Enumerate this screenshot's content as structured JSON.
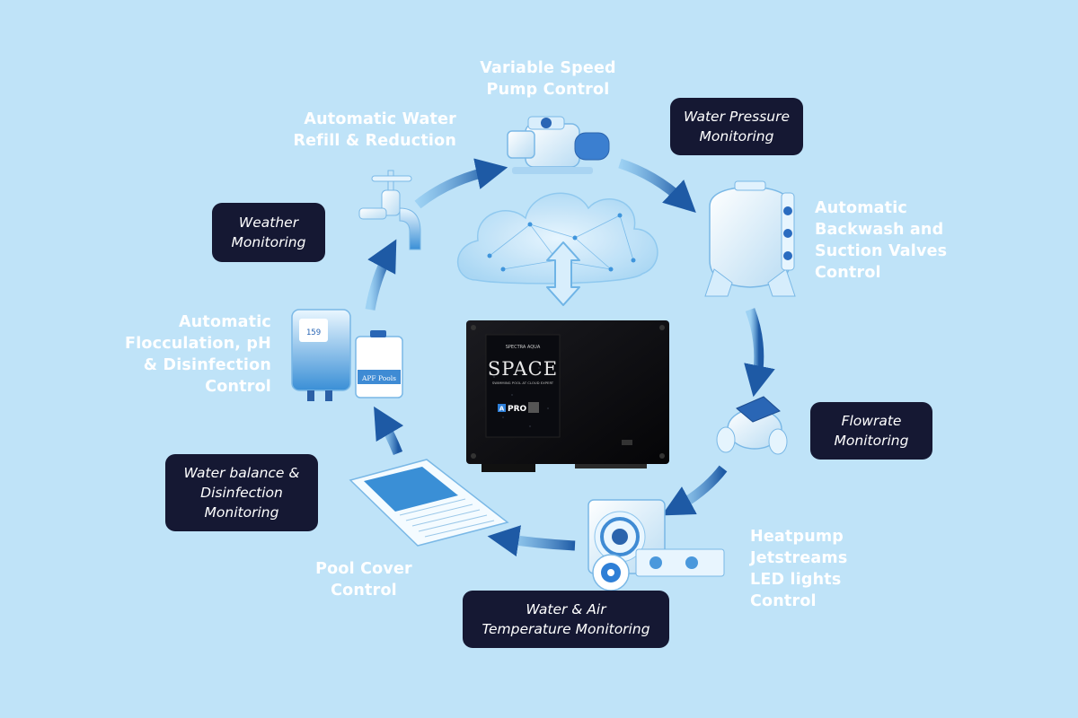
{
  "hub": {
    "brand_small": "SPECTRA AQUA",
    "brand": "SPACE",
    "tagline": "SWIMMING POOL AT CLOUD EXPERT",
    "badge": "PRO",
    "badge_prefix": "A"
  },
  "labels": {
    "pump": [
      "Variable Speed",
      "Pump Control"
    ],
    "refill": [
      "Automatic Water",
      "Refill & Reduction"
    ],
    "backwash": [
      "Automatic",
      "Backwash and",
      "Suction Valves",
      "Control"
    ],
    "flocculation": [
      "Automatic",
      "Flocculation, pH",
      "& Disinfection",
      "Control"
    ],
    "heatpump": [
      "Heatpump",
      "Jetstreams",
      "LED lights",
      "Control"
    ],
    "cover": [
      "Pool Cover",
      "Control"
    ]
  },
  "boxes": {
    "pressure": [
      "Water Pressure",
      "Monitoring"
    ],
    "weather": [
      "Weather",
      "Monitoring"
    ],
    "flowrate": [
      "Flowrate",
      "Monitoring"
    ],
    "balance": [
      "Water balance &",
      "Disinfection",
      "Monitoring"
    ],
    "temperature": [
      "Water & Air",
      "Temperature Monitoring"
    ]
  },
  "device_text": {
    "chem_brand": "APF Pools",
    "display": "159"
  },
  "colors": {
    "background": "#bfe3f8",
    "box": "#151833",
    "arrow_dark": "#1f5ea8",
    "arrow_light": "#5fb0e8",
    "hub": "#0c0c0f"
  }
}
